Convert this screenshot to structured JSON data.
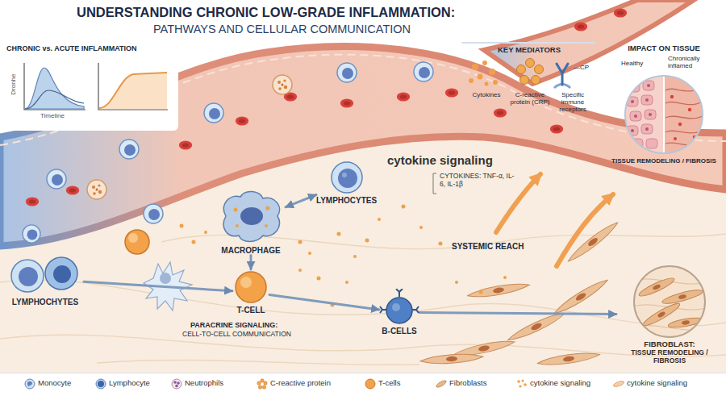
{
  "diagram": {
    "title": "UNDERSTANDING CHRONIC LOW-GRADE INFLAMMATION:",
    "nodes": [
      {
        "text": [
          "KEY MEDIATORS",
          "Cytokines",
          "C-reactive protein (CRP)",
          "Specific immune receptors",
          "—CP"
        ]
      },
      {
        "text": [
          "IMPACT ON TISSUE",
          "Healthy",
          "Chronically inflamed",
          "TISSUE REMODELING / FIBROSIS"
        ]
      },
      {
        "text": [
          "LYMPHOCYTES"
        ]
      },
      {
        "text": [
          "MACROPHAGE"
        ]
      },
      {
        "text": [
          "LYMPHOCHYTES"
        ]
      },
      {
        "text": [
          "T-CELL"
        ]
      },
      {
        "text": [
          "B-CELLS"
        ]
      },
      {
        "text": [
          "FIBROBLAST:",
          "TISSUE REMODELING / FIBROSIS"
        ]
      }
    ],
    "edges": [
      {
        "from": 2,
        "to": 3,
        "arrow": "both"
      },
      {
        "from": 3,
        "to": 5,
        "arrow": "to"
      },
      {
        "from": 4,
        "to": 5,
        "arrow": "to"
      },
      {
        "from": 5,
        "to": 6,
        "arrow": "to"
      },
      {
        "from": 6,
        "to": 7,
        "arrow": "to"
      }
    ],
    "labels": [
      "PATHWAYS AND CELLULAR COMMUNICATION",
      "CHRONIC vs. ACUTE INFLAMMATION",
      "Dronhe",
      "Timeline",
      "cytokine signaling",
      "CYTOKINES: TNF-α, IL-6, IL-1β",
      "PARACRINE SIGNALING:",
      "CELL-TO-CELL COMMUNICATION",
      "SYSTEMIC REACH"
    ],
    "legend": [
      {
        "text": "Monocyte"
      },
      {
        "text": "Lymphocyte"
      },
      {
        "text": "Neutrophils"
      },
      {
        "text": "C-reactive protein"
      },
      {
        "text": "T-cells"
      },
      {
        "text": "Fibroblasts"
      },
      {
        "text": "cytokine signaling"
      },
      {
        "text": "cytokine signaling"
      }
    ]
  }
}
